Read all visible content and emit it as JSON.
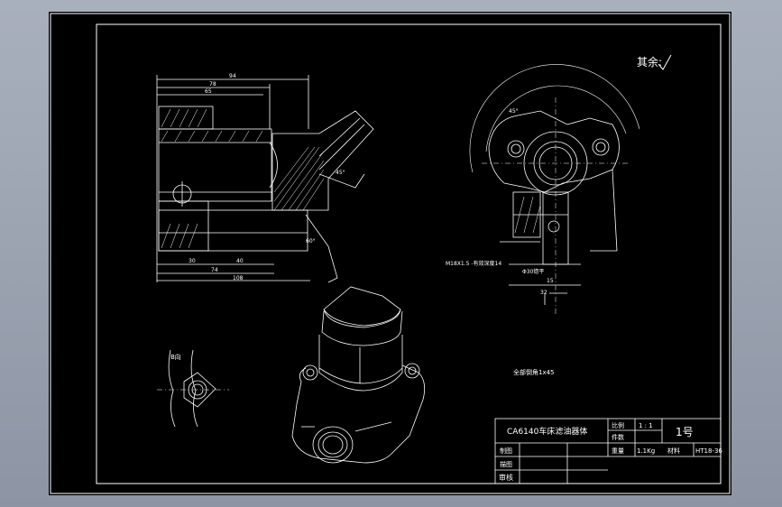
{
  "drawing": {
    "remark": "其余:",
    "chamfer_note": "全部倒角1x45",
    "section_label": "B向"
  },
  "title_block": {
    "part_name": "CA6140车床滤油器体",
    "scale_label": "比例",
    "scale_value": "1 : 1",
    "qty_label": "件数",
    "weight_label": "重量",
    "weight_value": "1.1Kg",
    "material_label": "材料",
    "material_value": "HT18-36",
    "sheet_no": "1号",
    "drawn_label": "制图",
    "drafter_label": "描图",
    "checker_label": "审核"
  },
  "dimensions": {
    "d94": "94",
    "d78": "78",
    "d65": "65",
    "d30": "30",
    "d40": "40",
    "d74": "74",
    "d108": "108",
    "d45a": "45°",
    "d45b": "45°",
    "d60": "60°",
    "d15": "15",
    "d32": "32",
    "thread": "M18X1.5 -有效深度14",
    "hole": "Φ30锪平"
  }
}
